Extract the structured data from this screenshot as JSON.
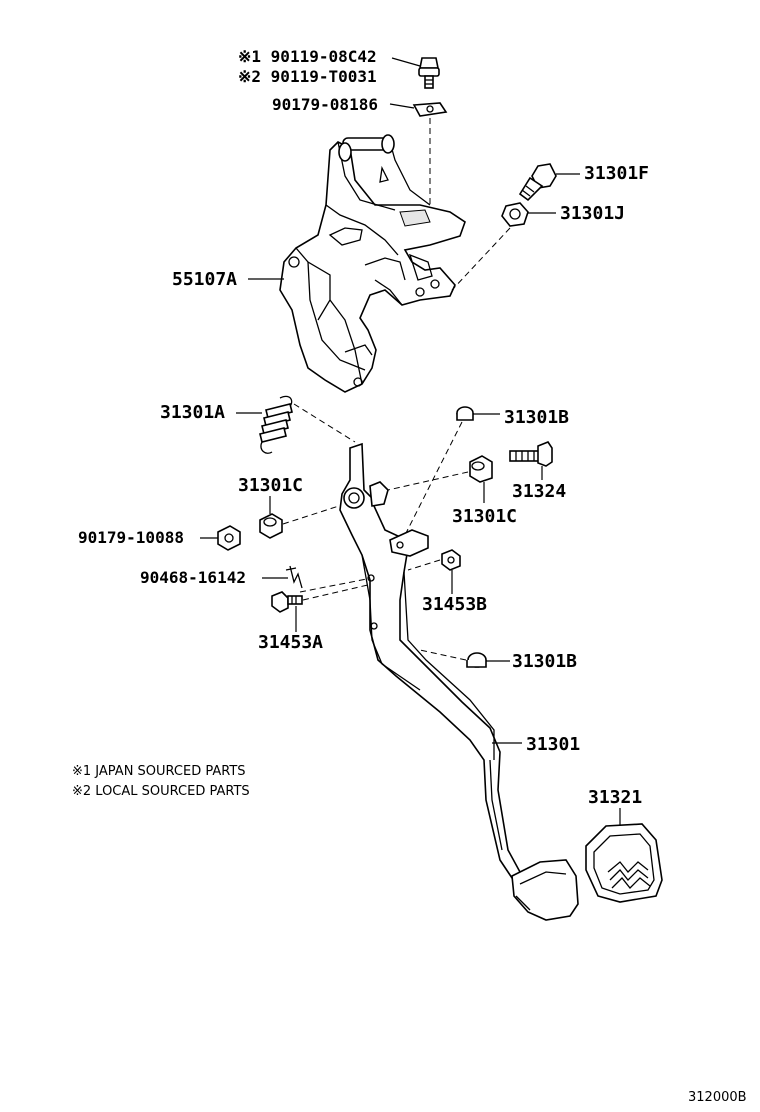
{
  "labels": {
    "p90119_08c42": "※1 90119-08C42",
    "p90119_t0031": "※2 90119-T0031",
    "p90179_08186": "90179-08186",
    "p31301f": "31301F",
    "p31301j": "31301J",
    "p55107a": "55107A",
    "p31301a": "31301A",
    "p31301b_top": "31301B",
    "p31301c_left": "31301C",
    "p31324": "31324",
    "p31301c_right": "31301C",
    "p90179_10088": "90179-10088",
    "p90468_16142": "90468-16142",
    "p31453b": "31453B",
    "p31453a": "31453A",
    "p31301b_bottom": "31301B",
    "p31301": "31301",
    "p31321": "31321"
  },
  "notes": {
    "note1": "※1   JAPAN SOURCED PARTS",
    "note2": "※2   LOCAL SOURCED PARTS"
  },
  "diagram_code": "312000B"
}
